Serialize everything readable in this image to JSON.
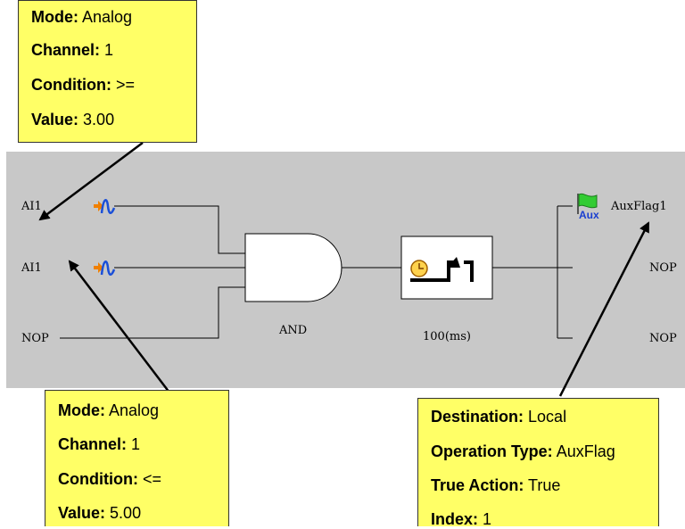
{
  "inputs": [
    {
      "label": "AI1"
    },
    {
      "label": "AI1"
    },
    {
      "label": "NOP"
    }
  ],
  "gate": {
    "label": "AND"
  },
  "timer": {
    "label": "100(ms)"
  },
  "outputs": [
    {
      "label": "AuxFlag1"
    },
    {
      "label": "NOP"
    },
    {
      "label": "NOP"
    }
  ],
  "aux_icon_text": "Aux",
  "callouts": {
    "top_left": {
      "rows": [
        {
          "key": "Mode:",
          "value": "Analog"
        },
        {
          "key": "Channel:",
          "value": "1"
        },
        {
          "key": "Condition:",
          "value": ">="
        },
        {
          "key": "Value:",
          "value": "3.00"
        }
      ]
    },
    "bottom_left": {
      "rows": [
        {
          "key": "Mode:",
          "value": "Analog"
        },
        {
          "key": "Channel:",
          "value": "1"
        },
        {
          "key": "Condition:",
          "value": "<="
        },
        {
          "key": "Value:",
          "value": "5.00"
        }
      ]
    },
    "bottom_right": {
      "rows": [
        {
          "key": "Destination:",
          "value": "Local"
        },
        {
          "key": "Operation Type:",
          "value": "AuxFlag"
        },
        {
          "key": "True Action:",
          "value": "True"
        },
        {
          "key": "Index:",
          "value": "1"
        }
      ]
    }
  },
  "colors": {
    "panel": "#c8c8c8",
    "callout": "#ffff66",
    "signal": "#1a4fd8",
    "arrow": "#f08000",
    "flag": "#33cc33"
  }
}
